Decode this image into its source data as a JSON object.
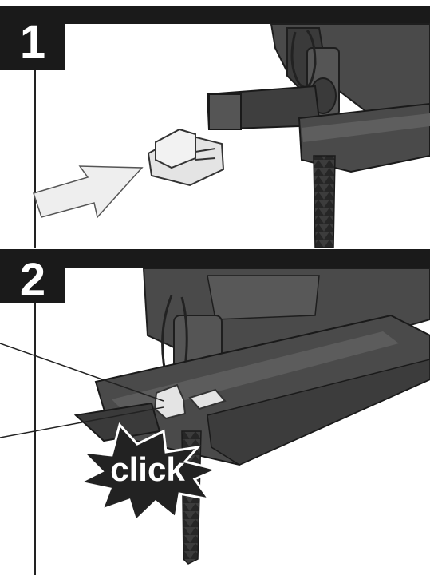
{
  "steps": [
    {
      "number": "1"
    },
    {
      "number": "2"
    }
  ],
  "callout": {
    "text": "click"
  },
  "colors": {
    "banner": "#1a1a1a",
    "tool_body": "#4a4a4a",
    "tool_dark": "#2e2e2e",
    "tool_light": "#6a6a6a",
    "clip": "#e4e4e4",
    "arrow": "#eeeeee",
    "blade": "#3c3c3c"
  }
}
